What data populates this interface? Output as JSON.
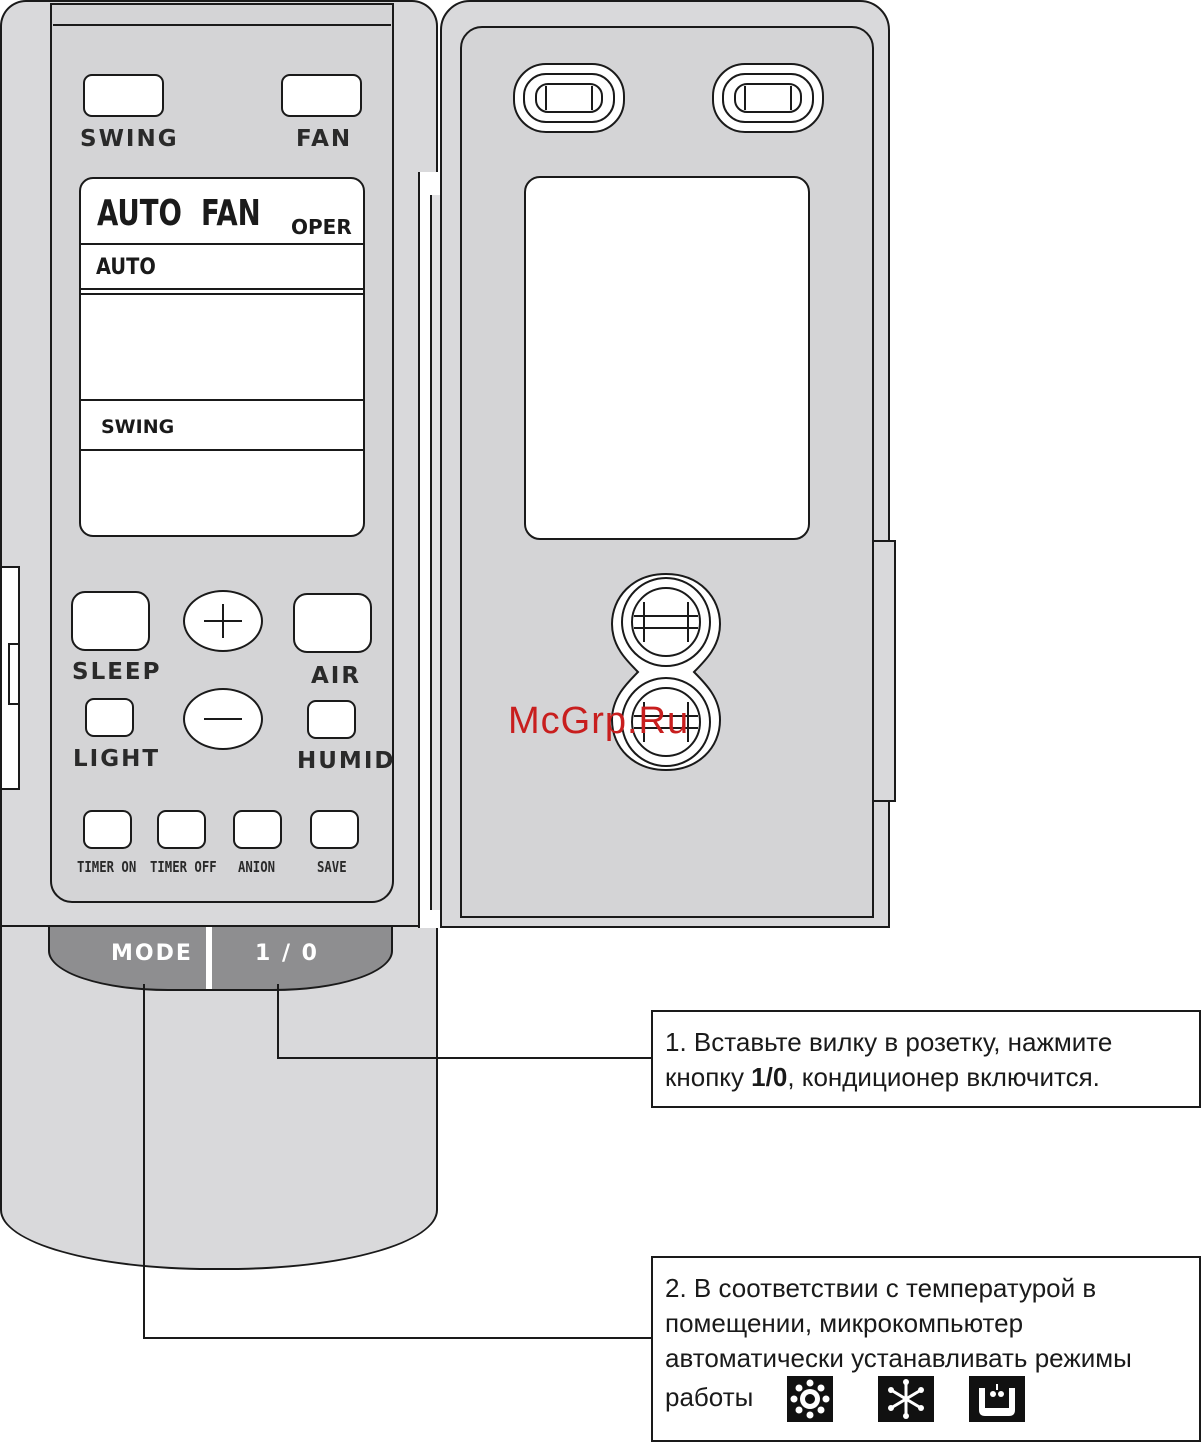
{
  "remote": {
    "top_buttons": {
      "swing": "SWING",
      "fan": "FAN"
    },
    "lcd": {
      "mode_text": "AUTO  FAN",
      "oper": "OPER",
      "auto": "AUTO",
      "swing": "SWING"
    },
    "buttons": {
      "sleep": "SLEEP",
      "air": "AIR",
      "light": "LIGHT",
      "humid": "HUMID",
      "timer_on": "TIMER ON",
      "timer_off": "TIMER OFF",
      "anion": "ANION",
      "save": "SAVE"
    },
    "bottom": {
      "mode": "MODE",
      "power": "1 / 0"
    }
  },
  "watermark": "McGrp.Ru",
  "callouts": {
    "step1": {
      "prefix": "1. Вставьте вилку в розетку, нажмите кнопку ",
      "key": "1/0",
      "suffix": ", кондиционер включится."
    },
    "step2": {
      "text": "2. В соответствии с температурой в помещении, микрокомпьютер автоматически устанавливать режимы работы"
    }
  },
  "icons": [
    "heat-mode-icon",
    "cool-mode-icon",
    "dry-mode-icon"
  ]
}
